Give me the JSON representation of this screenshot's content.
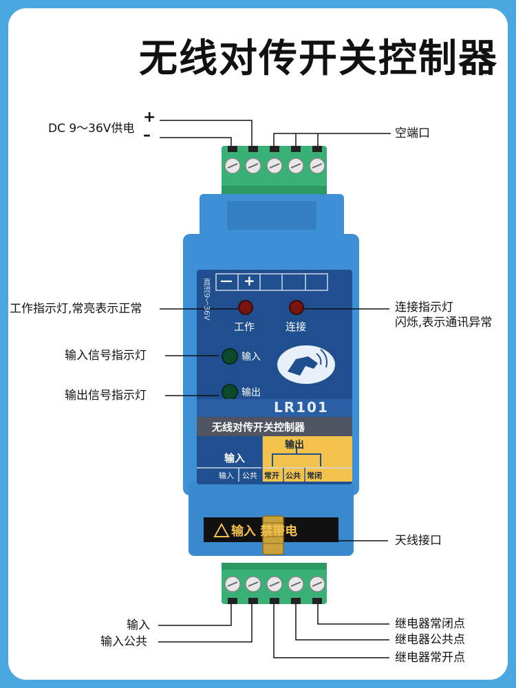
{
  "title": "无线对传开关控制器",
  "power": {
    "label": "DC 9～36V供电",
    "plus": "+",
    "minus": "–"
  },
  "labels": {
    "empty_port": "空端口",
    "work_led": "工作指示灯,常亮表示正常",
    "connect_led_line1": "连接指示灯",
    "connect_led_line2": "闪烁,表示通讯异常",
    "input_led": "输入信号指示灯",
    "output_led": "输出信号指示灯",
    "antenna_port": "天线接口",
    "input": "输入",
    "input_common": "输入公共",
    "relay_nc": "继电器常闭点",
    "relay_com": "继电器公共点",
    "relay_no": "继电器常开点"
  },
  "device": {
    "terminal_minus": "—",
    "terminal_plus": "+",
    "vertical_text": "直流9～36V",
    "led_work": "工作",
    "led_connect": "连接",
    "led_input": "输入",
    "led_output": "输出",
    "logo_mark": "®",
    "model": "LR101",
    "product_name": "无线对传开关控制器",
    "section_input": "输入",
    "section_output": "输出",
    "term_input": "输入",
    "term_common_in": "公共",
    "term_no": "常开",
    "term_common_out": "公共",
    "term_nc": "常闭",
    "warning": "输入 禁带电"
  },
  "colors": {
    "border": "#4aa7e0",
    "device_blue": "#3d8fd6",
    "panel": "#1f4f8e",
    "yellow": "#f3c24c",
    "terminal_green": "#39b075"
  }
}
